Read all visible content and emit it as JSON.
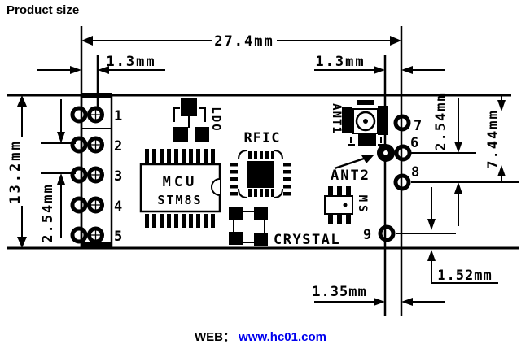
{
  "title": "Product size",
  "diagram": {
    "dimensions": {
      "total_width": "27.4mm",
      "left_pin_offset": "1.3mm",
      "right_pin_offset": "1.3mm",
      "board_height": "13.2mm",
      "left_pin_pitch": "2.54mm",
      "right_pin_pitch": "2.54mm",
      "right_span": "7.44mm",
      "bottom_pin_offset": "1.35mm",
      "bottom_edge_gap": "1.52mm"
    },
    "components": {
      "ldo": "LDO",
      "rfic": "RFIC",
      "mcu": "MCU",
      "mcu_part": "STM8S",
      "crystal": "CRYSTAL",
      "ant1": "ANT1",
      "ant2": "ANT2",
      "ms": "MS"
    },
    "pins": {
      "p1": "1",
      "p2": "2",
      "p3": "3",
      "p4": "4",
      "p5": "5",
      "p6": "6",
      "p7": "7",
      "p8": "8",
      "p9": "9"
    }
  },
  "footer": {
    "web_label": "WEB：",
    "link": "www.hc01.com"
  },
  "colors": {
    "ink": "#000000",
    "link_blue": "#0000EE",
    "background": "#ffffff"
  }
}
